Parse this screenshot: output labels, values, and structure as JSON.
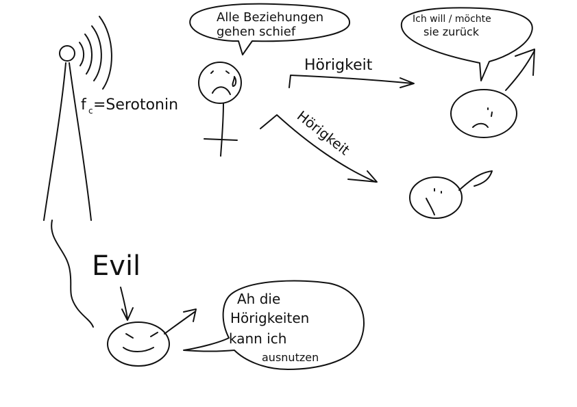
{
  "labels": {
    "signal": "f",
    "signal_sub": "c",
    "signal_value": "=Serotonin",
    "speech_top": [
      "Alle Beziehungen",
      "gehen schief"
    ],
    "speech_right": [
      "Ich will / möchte",
      "sie zurück"
    ],
    "arrow_upper": "Hörigkeit",
    "arrow_lower": "Hörigkeit",
    "evil": "Evil",
    "speech_bottom": [
      "Ah die",
      "Hörigkeiten",
      "kann ich",
      "ausnutzen"
    ]
  }
}
